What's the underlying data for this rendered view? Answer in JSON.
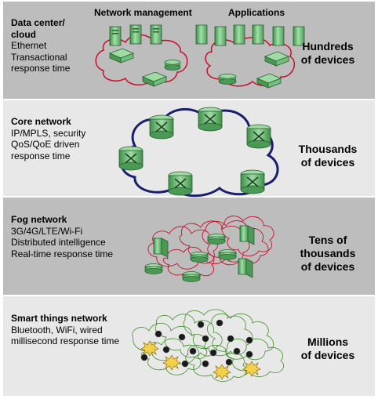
{
  "header": {
    "network_management": "Network management",
    "applications": "Applications"
  },
  "layers": [
    {
      "title": "Data center/ cloud",
      "lines": [
        "Ethernet",
        "Transactional",
        "response time"
      ],
      "scale": [
        "Hundreds",
        "of devices"
      ]
    },
    {
      "title": "Core network",
      "lines": [
        "IP/MPLS, security",
        "QoS/QoE driven",
        "response time"
      ],
      "scale": [
        "Thousands",
        "of devices"
      ]
    },
    {
      "title": "Fog network",
      "lines": [
        "3G/4G/LTE/Wi-Fi",
        "Distributed intelligence",
        "Real-time response time"
      ],
      "scale": [
        "Tens of",
        "thousands",
        "of devices"
      ]
    },
    {
      "title": "Smart things network",
      "lines": [
        "Bluetooth, WiFi, wired",
        "millisecond response time"
      ],
      "scale": [
        "Millions",
        "of devices"
      ]
    }
  ],
  "colors": {
    "band_dark": "#bdbdbd",
    "band_light": "#e8e8e8",
    "cloud_red": "#c8102e",
    "cloud_navy": "#1a1f6b",
    "cloud_green": "#3f8f2a",
    "device_green": "#6fc07a",
    "sensor_yellow": "#f2d04a"
  }
}
